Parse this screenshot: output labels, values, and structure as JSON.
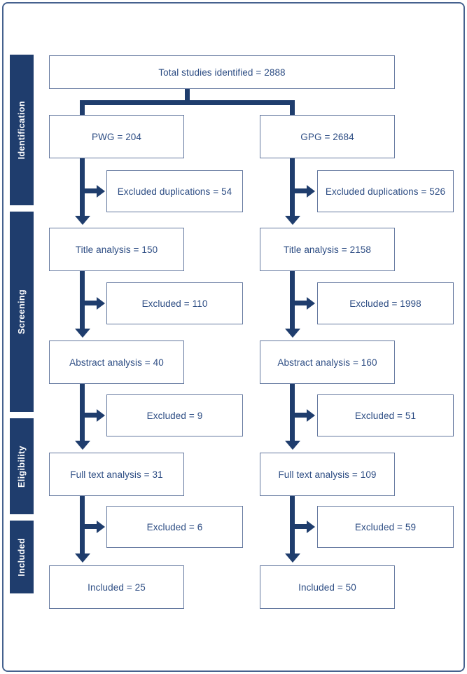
{
  "colors": {
    "navy_fill": "#1f3d6d",
    "box_border": "#64789f",
    "box_text": "#2c4c83",
    "frame_border": "#45618e",
    "sidebar_text": "#ffffff",
    "background": "#ffffff"
  },
  "sidebar": {
    "stages": [
      {
        "label": "Identification"
      },
      {
        "label": "Screening"
      },
      {
        "label": "Eligibility"
      },
      {
        "label": "Included"
      }
    ]
  },
  "flowchart": {
    "total_box": {
      "label": "Total studies identified = 2888"
    },
    "columns": [
      {
        "name": "PWG",
        "main_boxes": [
          "PWG = 204",
          "Title analysis = 150",
          "Abstract analysis = 40",
          "Full text analysis = 31",
          "Included = 25"
        ],
        "excluded_boxes": [
          "Excluded duplications = 54",
          "Excluded = 110",
          "Excluded = 9",
          "Excluded = 6"
        ]
      },
      {
        "name": "GPG",
        "main_boxes": [
          "GPG = 2684",
          "Title analysis = 2158",
          "Abstract analysis = 160",
          "Full text analysis = 109",
          "Included = 50"
        ],
        "excluded_boxes": [
          "Excluded duplications = 526",
          "Excluded = 1998",
          "Excluded = 51",
          "Excluded = 59"
        ]
      }
    ]
  }
}
